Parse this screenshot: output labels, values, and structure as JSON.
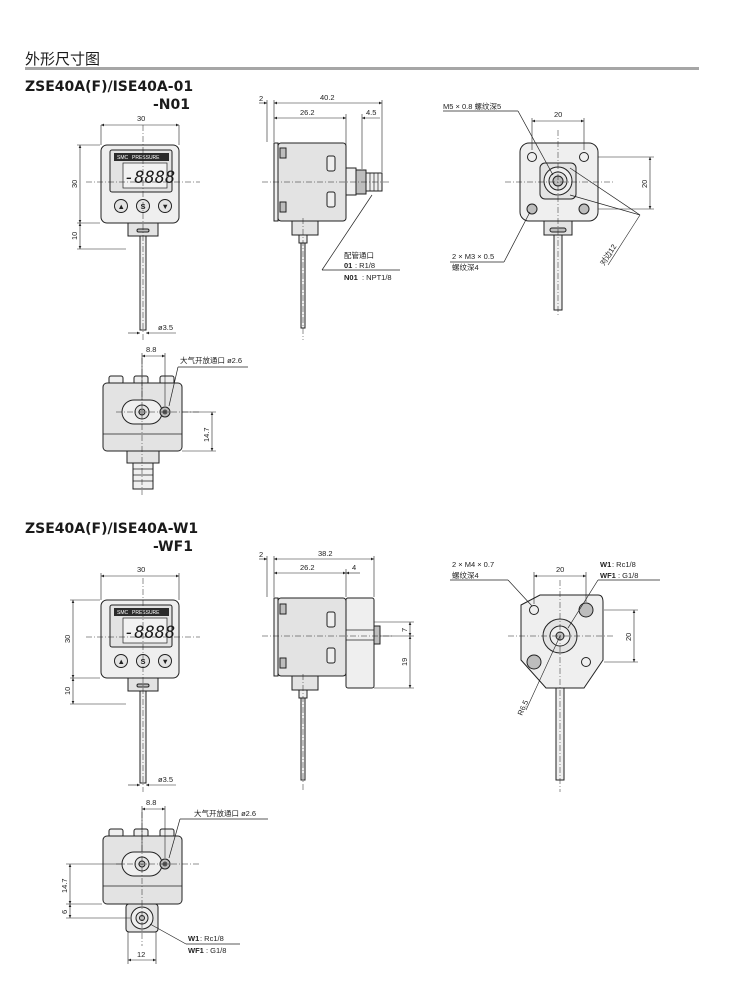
{
  "section_title": "外形尺寸图",
  "models": {
    "m1_line1": "ZSE40A(F)/ISE40A-01",
    "m1_line2": "-N01",
    "m2_line1": "ZSE40A(F)/ISE40A-W1",
    "m2_line2": "-WF1"
  },
  "device": {
    "brand": "SMC",
    "label": "PRESSURE",
    "display": "-8888",
    "btn_left": "▲",
    "btn_mid": "S",
    "btn_right": "▼"
  },
  "dims1": {
    "front_w": "30",
    "front_h": "30",
    "front_b": "10",
    "cable": "ø3.5",
    "side_total": "40.2",
    "side_2": "2",
    "side_26": "26.2",
    "side_45": "4.5",
    "port_callout": "配管通口",
    "port_01_code": "01",
    "port_01_val": ": R1/8",
    "port_n01_code": "N01",
    "port_n01_val": ": NPT1/8",
    "back_screw": "M5 × 0.8 螺纹深5",
    "back_w": "20",
    "back_h": "20",
    "back_m3a": "2 × M3 × 0.5",
    "back_m3b": "螺纹深4",
    "back_hex": "对边12",
    "vent_88": "8.8",
    "vent_label": "大气开放通口 ø2.6",
    "vent_147": "14.7"
  },
  "dims2": {
    "front_w": "30",
    "front_h": "30",
    "front_b": "10",
    "cable": "ø3.5",
    "side_total": "38.2",
    "side_2": "2",
    "side_26": "26.2",
    "side_4": "4",
    "side_7": "7",
    "side_19": "19",
    "back_m4a": "2 × M4 × 0.7",
    "back_m4b": "螺纹深4",
    "back_w": "20",
    "back_h": "20",
    "back_r": "R6.5",
    "w1_code": "W1",
    "w1_val": ": Rc1/8",
    "wf1_code": "WF1",
    "wf1_val": ": G1/8",
    "vent_88": "8.8",
    "vent_label": "大气开放通口 ø2.6",
    "vent_147": "14.7",
    "vent_6": "6",
    "vent_12": "12",
    "vent_w1_code": "W1",
    "vent_w1_val": ": Rc1/8",
    "vent_wf1_code": "WF1",
    "vent_wf1_val": ": G1/8"
  }
}
